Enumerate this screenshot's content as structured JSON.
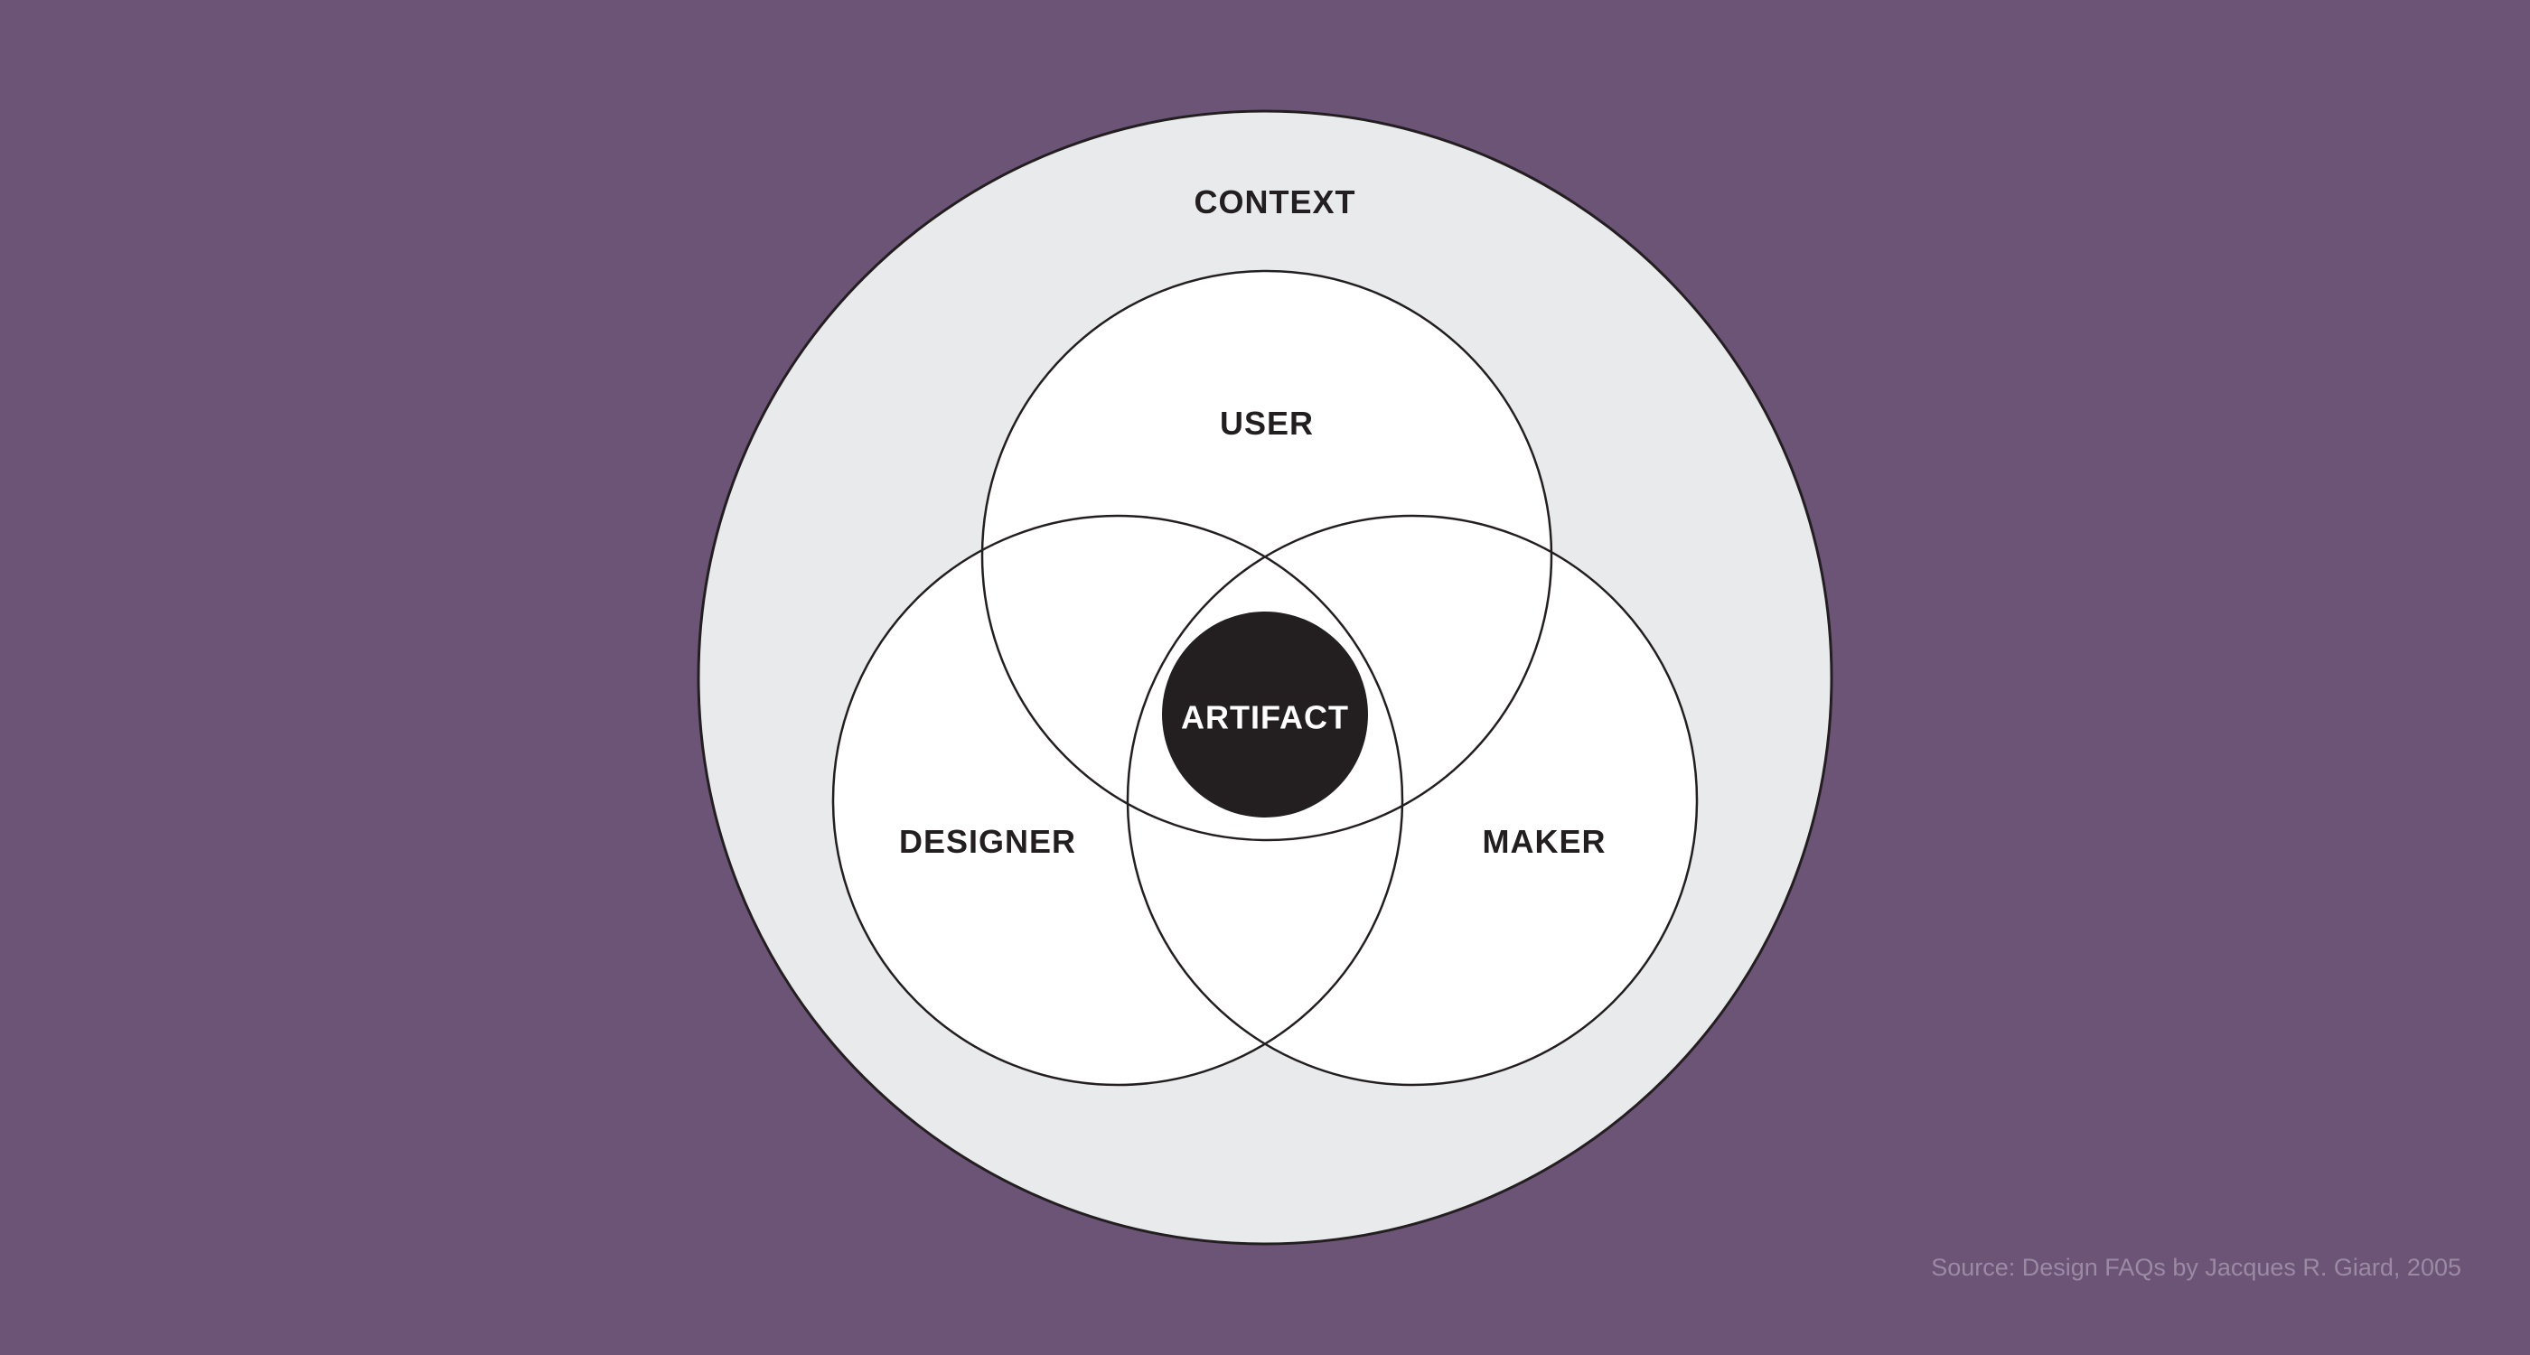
{
  "diagram": {
    "context_label": "CONTEXT",
    "user_label": "USER",
    "designer_label": "DESIGNER",
    "maker_label": "MAKER",
    "artifact_label": "ARTIFACT"
  },
  "source": "Source: Design FAQs by Jacques R. Giard, 2005",
  "colors": {
    "background": "#6c5477",
    "context_fill": "#e9eaec",
    "circle_fill": "#ffffff",
    "stroke": "#231f20",
    "artifact_fill": "#231f20",
    "artifact_text": "#ffffff",
    "label_text": "#231f20",
    "source_text": "#9b8aa3"
  }
}
